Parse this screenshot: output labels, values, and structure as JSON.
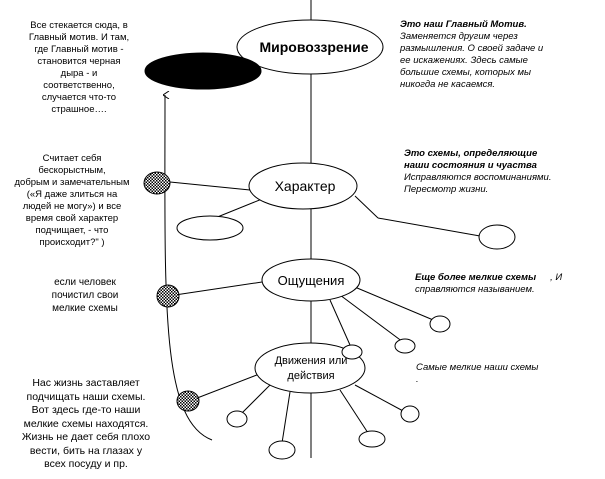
{
  "nodes": {
    "worldview": "Мировоззрение",
    "character": "Характер",
    "feelings": "Ощущения",
    "movements_line1": "Движения или",
    "movements_line2": "действия"
  },
  "left_notes": {
    "top": [
      "Все стекается сюда, в",
      "Главный мотив. И там,",
      "где Главный мотив -",
      "становится черная",
      "дыра - и",
      "соответственно,",
      "случается что-то",
      "страшное…."
    ],
    "character": [
      "Считает себя",
      "бескорыстным,",
      "добрым и замечательным",
      "(«Я даже злиться на",
      "людей не могу») и все",
      "время свой характер",
      "подчищает, - что",
      "происходит?\" )"
    ],
    "feelings": [
      "если человек",
      "почистил свои",
      "мелкие схемы"
    ],
    "movements": [
      "Нас жизнь заставляет",
      "подчищать наши схемы.",
      "Вот здесь где-то наши",
      "мелкие схемы находятся.",
      "Жизнь не дает себя плохо",
      "вести, бить на глазах у",
      "всех посуду и пр."
    ]
  },
  "right_notes": {
    "worldview_heading": "Это наш  Главный Мотив.",
    "worldview_body": [
      "Заменяется другим через",
      "размышления. О своей задаче и",
      "ее искажениях. Здесь самые",
      "большие схемы, которых мы",
      "никогда не касаемся."
    ],
    "character_heading": [
      "Это схемы, определяющие",
      " наши состояния и чуаства"
    ],
    "character_body": [
      "Исправляются воспоминаниями.",
      "Пересмотр жизни."
    ],
    "feelings_heading": "Еще более мелкие схемы",
    "feelings_heading_tail": ", И",
    "feelings_body": "справляются называнием.",
    "movements_note": "Самые мелкие наши схемы",
    "movements_dot": "."
  }
}
